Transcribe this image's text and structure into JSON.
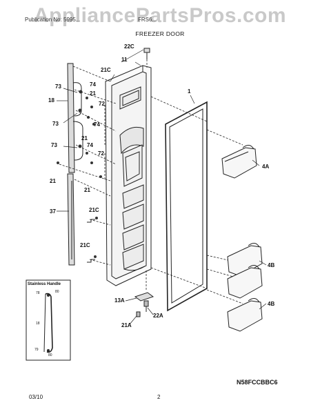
{
  "watermark": "AppliancePartsPros.com",
  "header": {
    "left": "Publication No: 5995...",
    "right": "FRS6...",
    "title": "FREEZER DOOR"
  },
  "labels": {
    "l22c": "22C",
    "l11": "11",
    "l21c_top": "21C",
    "l1": "1",
    "l73a": "73",
    "l74a": "74",
    "l21a": "21",
    "l18": "18",
    "l72a": "72",
    "l73b": "73",
    "l74b": "74",
    "l21b": "21",
    "l73c": "73",
    "l74c": "74",
    "l72b": "72",
    "l21d": "21",
    "l21e": "21",
    "l4a": "4A",
    "l37": "37",
    "l21c_mid": "21C",
    "l21c_low": "21C",
    "l4b_top": "4B",
    "l4b_bot": "4B",
    "l13a": "13A",
    "l22a": "22A",
    "l21a_btm": "21A"
  },
  "inset": {
    "title": "Stainless Handle",
    "l78": "78",
    "l80a": "80",
    "l18": "18",
    "l79": "79",
    "l80b": "80"
  },
  "model_code": "N58FCCBBC6",
  "footer": {
    "date": "03/10",
    "page": "2"
  },
  "colors": {
    "line": "#222222",
    "watermark": "#c9c9c9"
  }
}
